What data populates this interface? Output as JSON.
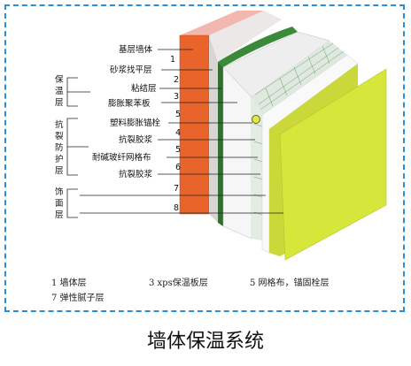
{
  "labels": {
    "base_wall": "基层墙体",
    "mortar_level": "砂浆找平层",
    "bonding": "粘结层",
    "eps_board": "膨胀聚苯板",
    "plastic_anchor": "塑料膨胀锚栓",
    "crack_mortar_1": "抗裂胶浆",
    "alkali_mesh": "耐碱玻纤网格布",
    "crack_mortar_2": "抗裂胶浆"
  },
  "numbers": {
    "n1": "1",
    "n2": "2",
    "n3": "3",
    "n5a": "5",
    "n4": "4",
    "n5b": "5",
    "n6": "6",
    "n7": "7",
    "n8": "8"
  },
  "groups": {
    "insulation": [
      "保",
      "温",
      "层"
    ],
    "crack": [
      "抗",
      "裂",
      "防",
      "护",
      "层"
    ],
    "finish": [
      "饰",
      "面",
      "层"
    ]
  },
  "legend": {
    "item1": "1  墙体层",
    "item3": "3  xps保温板层",
    "item5": "5  网格布，锚固栓层",
    "item7": "7  弹性腻子层"
  },
  "caption": "墙体保温系统",
  "colors": {
    "frame": "#2a8fd6",
    "wall_front": "#e8642a",
    "wall_top": "#f2b8b0",
    "insulation_board": "#f4f4f4",
    "mesh": "#6c9a6c",
    "finish_yellow": "#d7e63a",
    "anchor": "#e8e440"
  }
}
